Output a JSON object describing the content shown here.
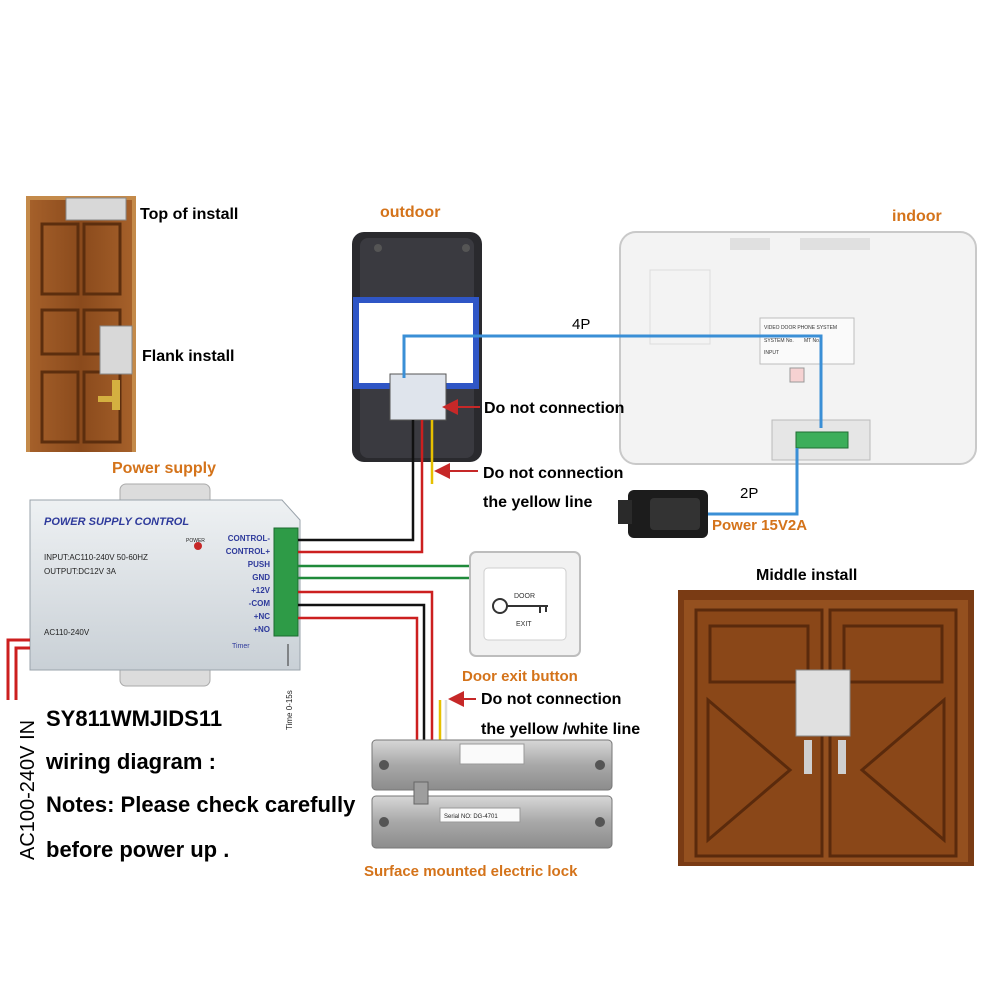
{
  "labels": {
    "top_install": "Top of install",
    "flank_install": "Flank install",
    "outdoor": "outdoor",
    "indoor": "indoor",
    "four_p": "4P",
    "two_p": "2P",
    "power_supply": "Power supply",
    "power_adapter": "Power 15V2A",
    "no_conn_1": "Do not connection",
    "no_conn_2": "Do not connection",
    "yellow_line": "the yellow line",
    "door_exit": "Door exit button",
    "no_conn_3": "Do not connection",
    "yellow_white": "the  yellow /white line",
    "middle_install": "Middle install",
    "lock_caption": "Surface mounted electric lock",
    "model": "SY811WMJIDS11",
    "wiring": "wiring diagram :",
    "notes_1": "Notes: Please check carefully",
    "notes_2": "before power up .",
    "mains_in": "AC100-240V  IN",
    "timer_range": "Time 0-15s"
  },
  "power_box": {
    "title": "POWER SUPPLY CONTROL",
    "input": "INPUT:AC110-240V   50-60HZ",
    "output": "OUTPUT:DC12V  3A",
    "ac": "AC110-240V",
    "power_led": "POWER",
    "timer": "Timer",
    "terminals": [
      "CONTROL-",
      "CONTROL+",
      "PUSH",
      "GND",
      "+12V",
      "-COM",
      "+NC",
      "+NO"
    ]
  },
  "indoor_label": {
    "title": "VIDEO DOOR PHONE SYSTEM",
    "system_no": "SYSTEM No.",
    "mt_no": "MT No.",
    "input": "INPUT"
  },
  "exit_button": {
    "top": "DOOR",
    "bottom": "EXIT"
  },
  "lock_plate": {
    "serial": "Serial NO: DG-4701"
  },
  "colors": {
    "orange": "#d4731a",
    "arrow_red": "#c62828",
    "wire_blue": "#3a8fd6",
    "wire_red": "#cc1f1f",
    "wire_green": "#1f8a3a",
    "wood": "#8b4a1e"
  }
}
